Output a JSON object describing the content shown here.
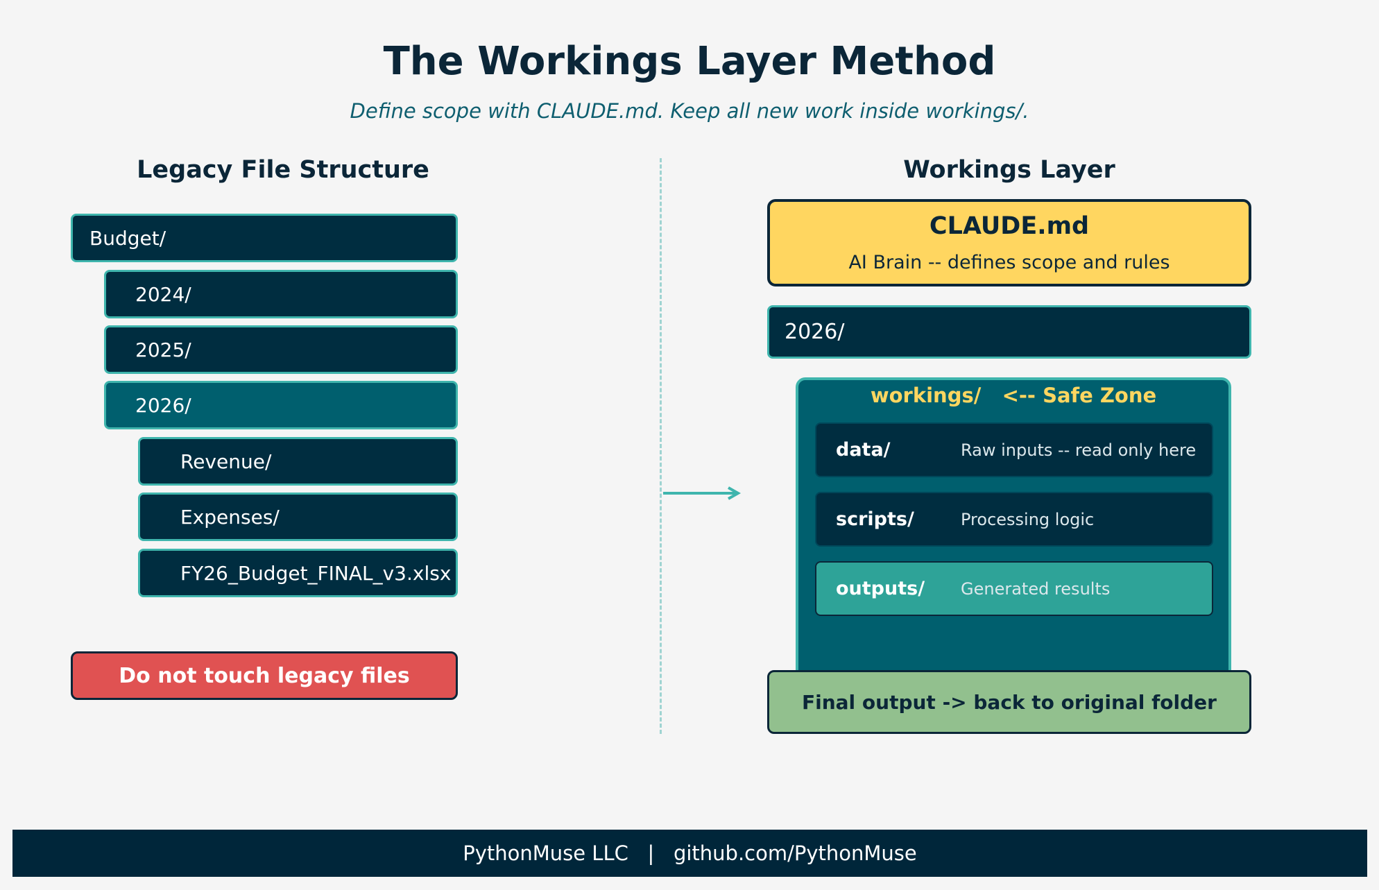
{
  "header": {
    "title": "The Workings Layer Method",
    "subtitle": "Define scope with CLAUDE.md. Keep all new work inside workings/."
  },
  "legacy": {
    "heading": "Legacy File Structure",
    "items": [
      {
        "label": "Budget/",
        "depth": 0,
        "highlighted": false
      },
      {
        "label": "2024/",
        "depth": 1,
        "highlighted": false
      },
      {
        "label": "2025/",
        "depth": 1,
        "highlighted": false
      },
      {
        "label": "2026/",
        "depth": 1,
        "highlighted": true
      },
      {
        "label": "Revenue/",
        "depth": 2,
        "highlighted": false
      },
      {
        "label": "Expenses/",
        "depth": 2,
        "highlighted": false
      },
      {
        "label": "FY26_Budget_FINAL_v3.xlsx",
        "depth": 2,
        "highlighted": false
      }
    ],
    "warning": "Do not touch legacy files"
  },
  "workings": {
    "heading": "Workings Layer",
    "claude_title": "CLAUDE.md",
    "claude_subtitle": "AI Brain -- defines scope and rules",
    "year_folder": "2026/",
    "safe_zone_label": "workings/   <-- Safe Zone",
    "subfolders": [
      {
        "name": "data/",
        "desc": "Raw inputs -- read only here"
      },
      {
        "name": "scripts/",
        "desc": "Processing logic"
      },
      {
        "name": "outputs/",
        "desc": "Generated results"
      }
    ],
    "final_output": "Final output -> back to original folder"
  },
  "footer": {
    "text": "PythonMuse LLC   |   github.com/PythonMuse"
  },
  "colors": {
    "navy": "#002d40",
    "teal": "#005f6e",
    "accent": "#3fb5ad",
    "yellow": "#ffd660",
    "red": "#e05252",
    "green": "#92c08e"
  },
  "icons": {
    "arrow": "right-arrow-icon"
  }
}
